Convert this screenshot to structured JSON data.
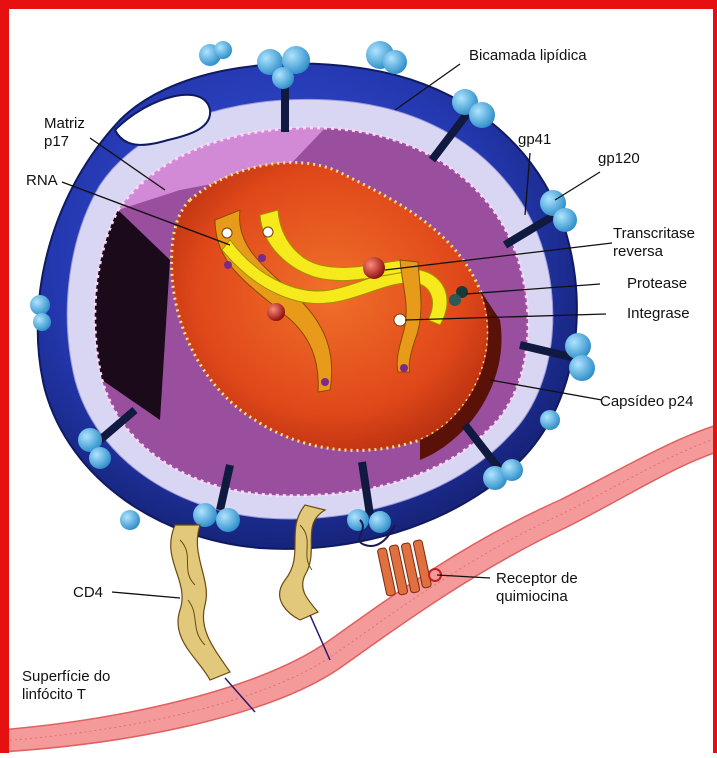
{
  "labels": {
    "bicamada": "Bicamada lipídica",
    "matriz_1": "Matriz",
    "matriz_2": "p17",
    "rna": "RNA",
    "gp41": "gp41",
    "gp120": "gp120",
    "transcritase_1": "Transcritase",
    "transcritase_2": "reversa",
    "protease": "Protease",
    "integrase": "Integrase",
    "capsideo": "Capsídeo p24",
    "cd4": "CD4",
    "receptor_1": "Receptor de",
    "receptor_2": "quimiocina",
    "superficie_1": "Superfície do",
    "superficie_2": "linfócito T"
  },
  "colors": {
    "frame": "#e61010",
    "envelope": "#2a3fb8",
    "matrix": "#b868b8",
    "capsid": "#e8561a",
    "rna": "#f2e418",
    "membrane": "#f28a8a",
    "glycoprotein": "#4fb0e0"
  }
}
